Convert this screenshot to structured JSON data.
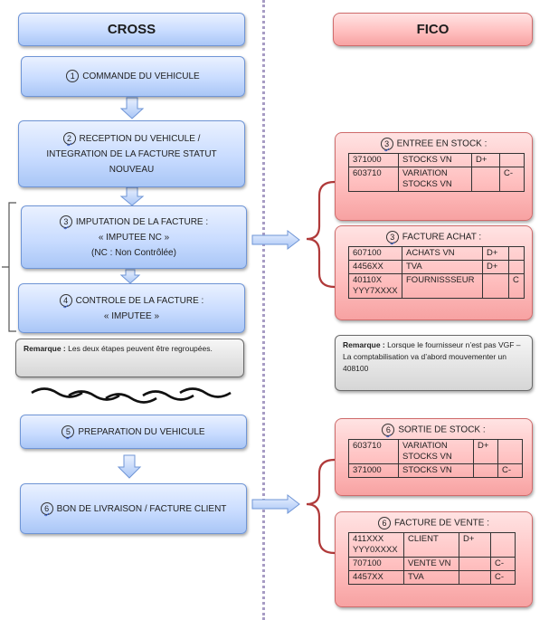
{
  "headers": {
    "left": "CROSS",
    "right": "FICO"
  },
  "cross_steps": [
    {
      "num": "1",
      "lines": [
        "COMMANDE DU VEHICULE"
      ]
    },
    {
      "num": "2",
      "lines": [
        "RECEPTION DU VEHICULE /",
        "INTEGRATION DE LA FACTURE STATUT",
        "NOUVEAU"
      ]
    },
    {
      "num": "3",
      "lines": [
        "IMPUTATION DE LA FACTURE :",
        "« IMPUTEE NC »",
        "(NC : Non Contrôlée)"
      ]
    },
    {
      "num": "4",
      "lines": [
        "CONTROLE DE LA FACTURE :",
        "« IMPUTEE »"
      ]
    },
    {
      "num": "5",
      "lines": [
        "PREPARATION DU VEHICULE"
      ]
    },
    {
      "num": "6",
      "lines": [
        "BON DE LIVRAISON / FACTURE CLIENT"
      ]
    }
  ],
  "notes": {
    "left_label": "Remarque :",
    "left_text": " Les  deux étapes peuvent être regroupées.",
    "right_label": "Remarque :",
    "right_text": " Lorsque le fournisseur n’est pas VGF – La comptabilisation va d’abord mouvementer un 408100"
  },
  "fico": [
    {
      "num": "3",
      "title": "ENTREE EN STOCK :",
      "rows": [
        [
          "371000",
          "STOCKS VN",
          "D+",
          ""
        ],
        [
          "603710",
          "VARIATION STOCKS VN",
          "",
          "C-"
        ]
      ]
    },
    {
      "num": "3",
      "title": "FACTURE ACHAT :",
      "rows": [
        [
          "607100",
          "ACHATS VN",
          "D+",
          ""
        ],
        [
          "4456XX",
          "TVA",
          "D+",
          ""
        ],
        [
          "40110X YYY7XXXX",
          "FOURNISSSEUR",
          "",
          "C"
        ]
      ]
    },
    {
      "num": "6",
      "title": "SORTIE DE STOCK :",
      "rows": [
        [
          "603710",
          "VARIATION STOCKS VN",
          "D+",
          ""
        ],
        [
          "371000",
          "STOCKS VN",
          "",
          "C-"
        ]
      ]
    },
    {
      "num": "6",
      "title": "FACTURE DE VENTE :",
      "rows": [
        [
          "411XXX YYY0XXXX",
          "CLIENT",
          "D+",
          ""
        ],
        [
          "707100",
          "VENTE VN",
          "",
          "C-"
        ],
        [
          "4457XX",
          "TVA",
          "",
          "C-"
        ]
      ]
    }
  ],
  "colors": {
    "cross_border": "#6f95d6",
    "fico_border": "#cf6b6b",
    "bracket": "#b03a3a",
    "divider": "#9b8fb8"
  }
}
